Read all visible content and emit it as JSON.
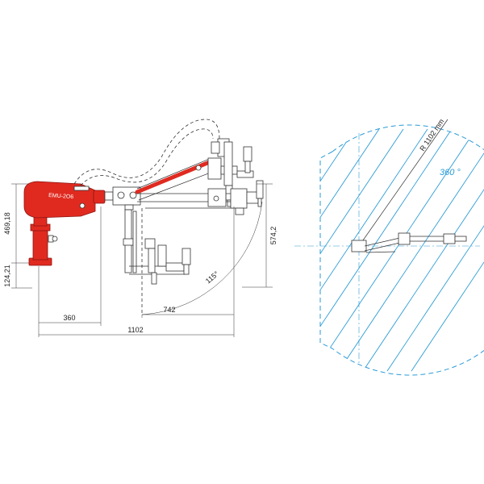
{
  "side_view": {
    "brand_label": "EMU-2O6",
    "dimensions": {
      "height_column": "124,21",
      "height_base_to_arm": "469,18",
      "vertical_reach": "574,2",
      "base_width": "360",
      "arm_reach": "742",
      "total_reach": "1102",
      "swing_angle": "115°"
    }
  },
  "top_view": {
    "radius_label": "R 1102 mm",
    "rotation_label": "360 °"
  },
  "colors": {
    "machine_red": "#e02a20",
    "work_area_blue": "#2a9bd6",
    "line": "#333333"
  }
}
